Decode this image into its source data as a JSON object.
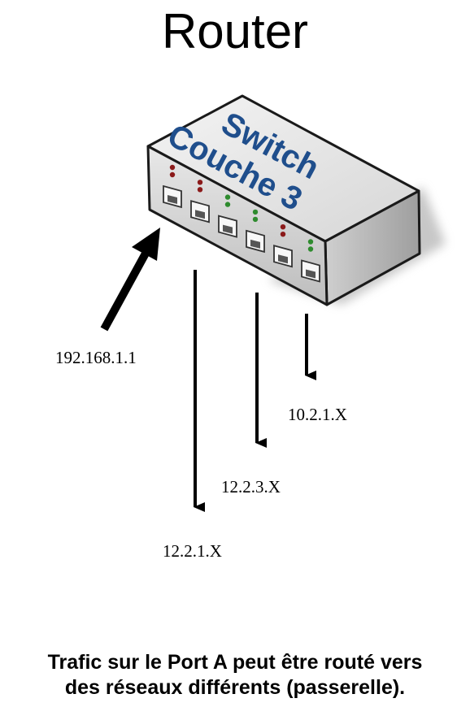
{
  "title": "Router",
  "device": {
    "label_line1": "Switch",
    "label_line2": "Couche 3",
    "label_color": "#1f4e8c",
    "ports": [
      {
        "led_top": "#8b1a1a",
        "led_bottom": "#8b1a1a"
      },
      {
        "led_top": "#8b1a1a",
        "led_bottom": "#8b1a1a"
      },
      {
        "led_top": "#2e8b2e",
        "led_bottom": "#2e8b2e"
      },
      {
        "led_top": "#2e8b2e",
        "led_bottom": "#2e8b2e"
      },
      {
        "led_top": "#8b1a1a",
        "led_bottom": "#8b1a1a"
      },
      {
        "led_top": "#2e8b2e",
        "led_bottom": "#2e8b2e"
      }
    ]
  },
  "networks": {
    "incoming": "192.168.1.1",
    "net1": "12.2.1.X",
    "net2": "12.2.3.X",
    "net3": "10.2.1.X"
  },
  "caption": {
    "line1": "Trafic sur le Port A peut être routé vers",
    "line2": "des réseaux différents (passerelle)."
  }
}
